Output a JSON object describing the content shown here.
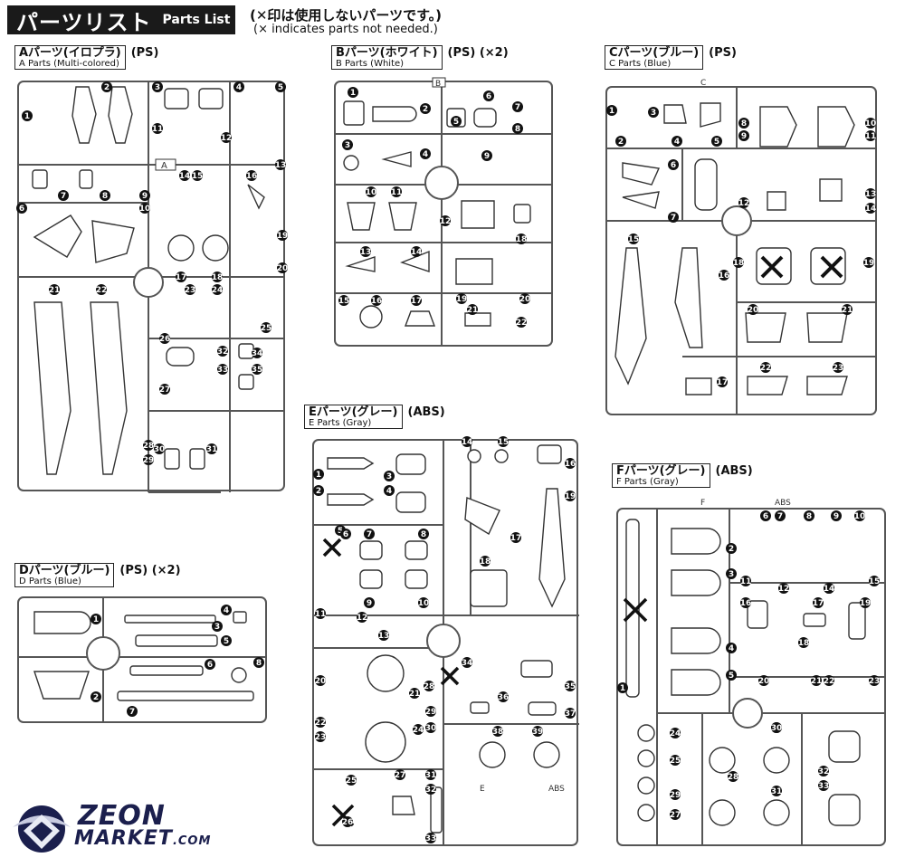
{
  "header": {
    "title_jp": "パーツリスト",
    "title_en": "Parts List",
    "note_jp": "(✕印は使用しないパーツです。)",
    "note_en": "(× indicates parts not needed.)"
  },
  "sets": [
    {
      "id": "A",
      "label_jp": "Aパーツ(イロプラ)",
      "label_en": "A Parts (Multi-colored)",
      "extra": "(PS)",
      "sprue_letter": "A"
    },
    {
      "id": "B",
      "label_jp": "Bパーツ(ホワイト)",
      "label_en": "B Parts (White)",
      "extra": "(PS) (×2)",
      "sprue_letter": "B"
    },
    {
      "id": "C",
      "label_jp": "Cパーツ(ブルー)",
      "label_en": "C Parts (Blue)",
      "extra": "(PS)",
      "sprue_letter": "C"
    },
    {
      "id": "D",
      "label_jp": "Dパーツ(ブルー)",
      "label_en": "D Parts (Blue)",
      "extra": "(PS) (×2)",
      "sprue_letter": "D"
    },
    {
      "id": "E",
      "label_jp": "Eパーツ(グレー)",
      "label_en": "E Parts (Gray)",
      "extra": "(ABS)",
      "sprue_letter": "E",
      "material_mark": "ABS"
    },
    {
      "id": "F",
      "label_jp": "Fパーツ(グレー)",
      "label_en": "F Parts (Gray)",
      "extra": "(ABS)",
      "sprue_letter": "F",
      "material_mark": "ABS"
    }
  ],
  "part_numbers": {
    "A": [
      "1",
      "2",
      "3",
      "4",
      "5",
      "6",
      "7",
      "8",
      "9",
      "10",
      "11",
      "12",
      "13",
      "14",
      "15",
      "16",
      "17",
      "18",
      "19",
      "20",
      "21",
      "22",
      "23",
      "24",
      "25",
      "26",
      "27",
      "28",
      "29",
      "30",
      "31",
      "32",
      "33",
      "34",
      "35"
    ],
    "B": [
      "1",
      "2",
      "3",
      "4",
      "5",
      "6",
      "7",
      "8",
      "9",
      "10",
      "11",
      "12",
      "13",
      "14",
      "15",
      "16",
      "17",
      "18",
      "19",
      "20",
      "21",
      "22"
    ],
    "C": [
      "1",
      "2",
      "3",
      "4",
      "5",
      "6",
      "7",
      "8",
      "9",
      "10",
      "11",
      "12",
      "13",
      "14",
      "15",
      "16",
      "17",
      "18",
      "19",
      "20",
      "21",
      "22",
      "23"
    ],
    "D": [
      "1",
      "2",
      "3",
      "4",
      "5",
      "6",
      "7",
      "8"
    ],
    "E": [
      "1",
      "2",
      "3",
      "4",
      "5",
      "6",
      "7",
      "8",
      "9",
      "10",
      "11",
      "12",
      "13",
      "14",
      "15",
      "16",
      "17",
      "18",
      "19",
      "20",
      "21",
      "22",
      "23",
      "24",
      "25",
      "26",
      "27",
      "28",
      "29",
      "30",
      "31",
      "32",
      "33",
      "34",
      "35",
      "36",
      "37",
      "38",
      "39"
    ],
    "F": [
      "1",
      "2",
      "3",
      "4",
      "5",
      "6",
      "7",
      "8",
      "9",
      "10",
      "11",
      "12",
      "13",
      "14",
      "15",
      "16",
      "17",
      "18",
      "19",
      "20",
      "21",
      "22",
      "23",
      "24",
      "25",
      "26",
      "27",
      "28",
      "29",
      "30",
      "31",
      "32",
      "33"
    ]
  },
  "unused_parts": {
    "C": [
      "18",
      "19"
    ],
    "E": [
      "5",
      "28",
      "26"
    ],
    "F": [
      "1"
    ]
  },
  "logo": {
    "line1": "ZEON",
    "line2": "MARKET",
    "suffix": ".COM"
  },
  "colors": {
    "ink": "#1a1a1a",
    "sprue": "#9a9a9a",
    "logo": "#1b1f4d"
  }
}
